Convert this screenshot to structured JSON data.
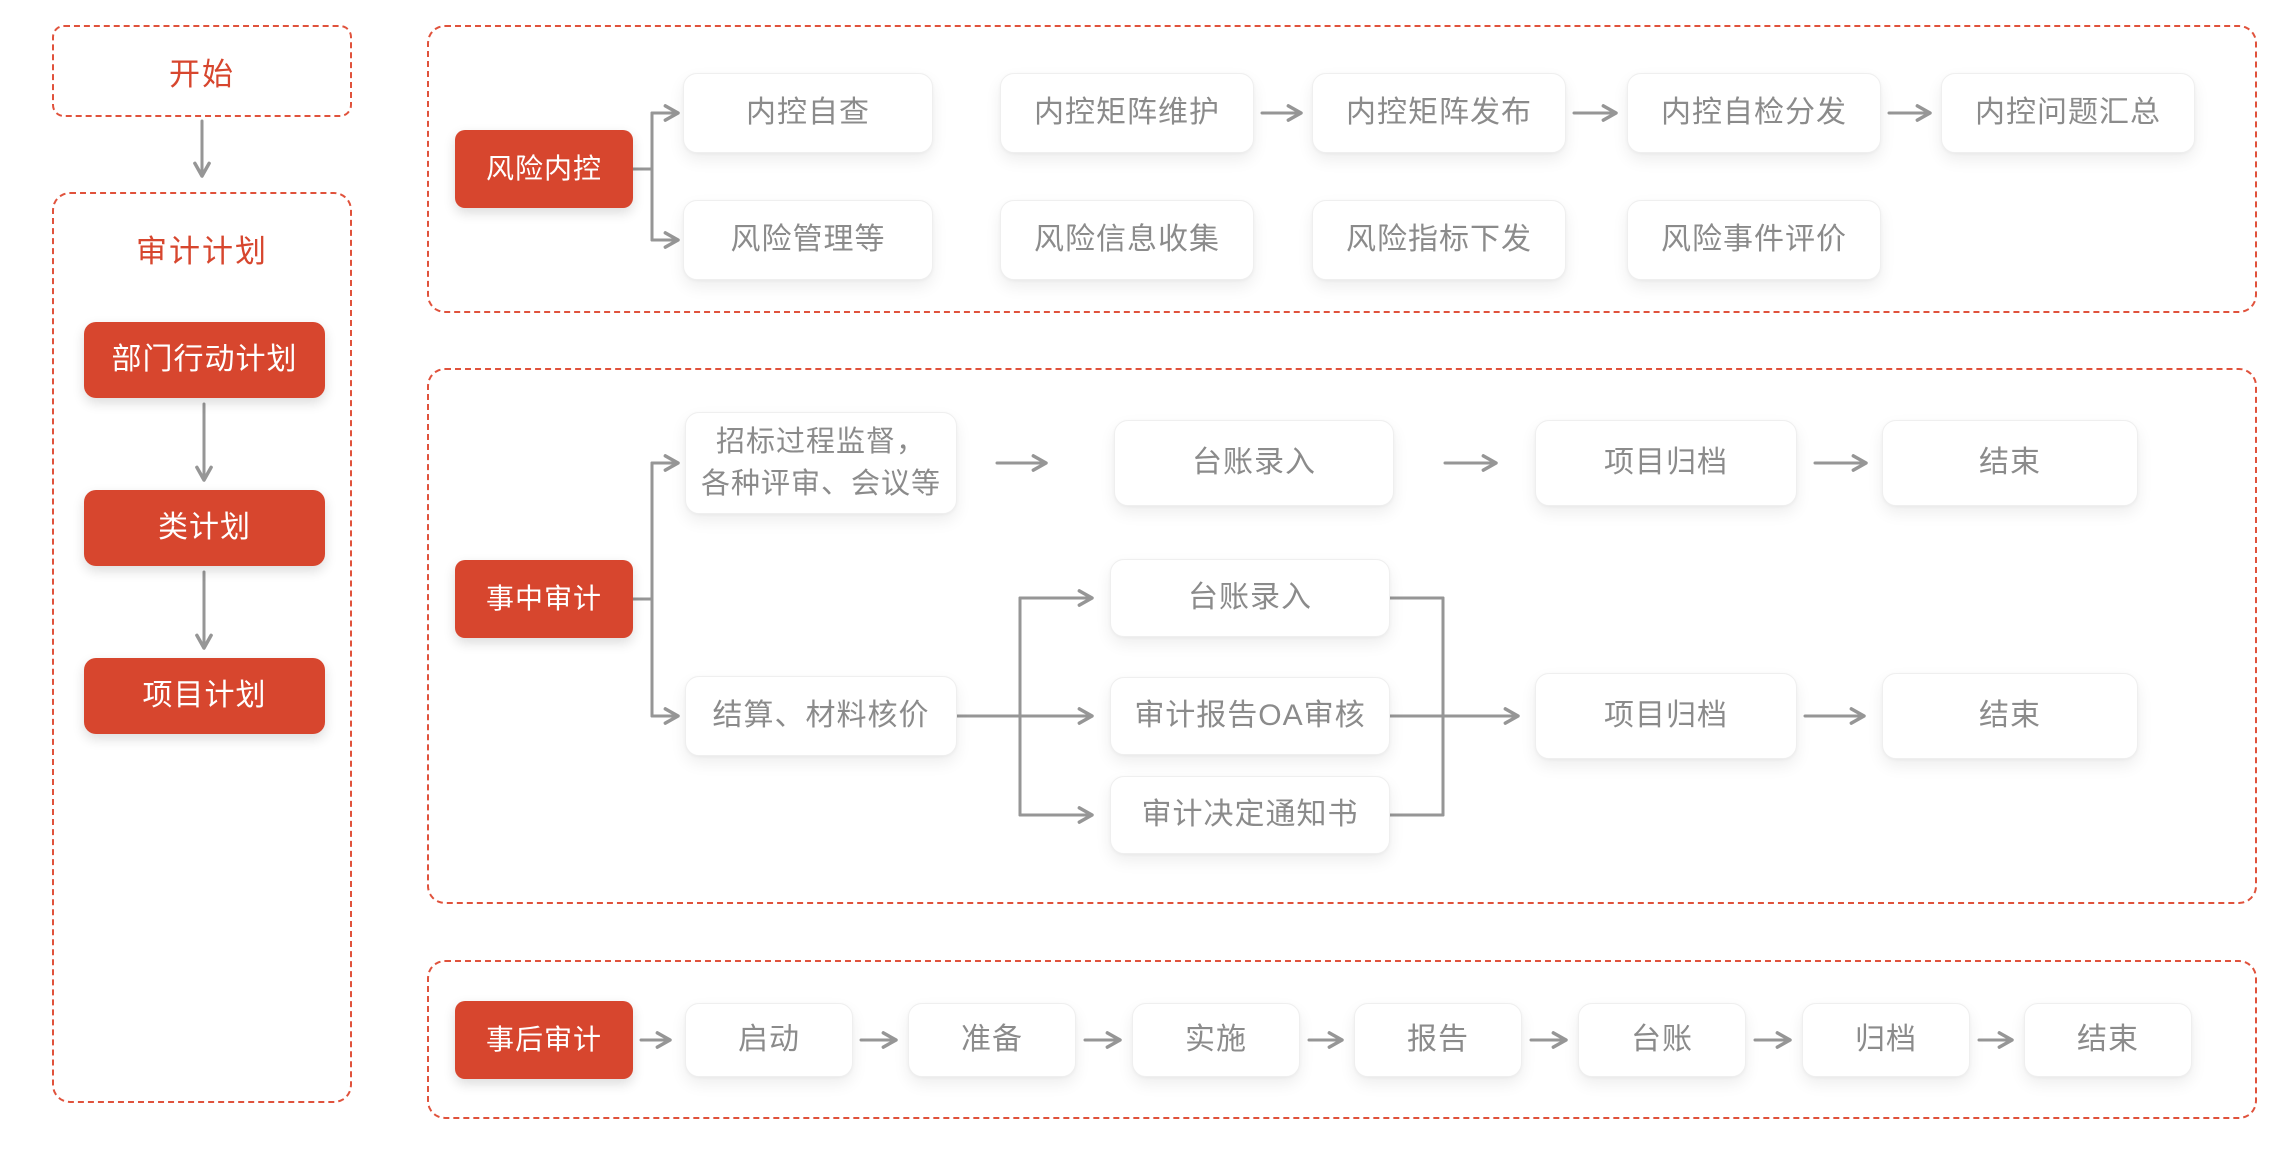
{
  "palette": {
    "accent_red": "#d7462e",
    "dashed_border": "#e0523c",
    "node_text_gray": "#8b8b8b",
    "connector_gray": "#969696"
  },
  "left_flow": {
    "start_label": "开始",
    "plan_group": {
      "title": "审计计划",
      "steps": [
        "部门行动计划",
        "类计划",
        "项目计划"
      ]
    }
  },
  "risk_section": {
    "header": "风险内控",
    "row1": [
      "内控自查",
      "内控矩阵维护",
      "内控矩阵发布",
      "内控自检分发",
      "内控问题汇总"
    ],
    "row2": [
      "风险管理等",
      "风险信息收集",
      "风险指标下发",
      "风险事件评价"
    ]
  },
  "mid_section": {
    "header": "事中审计",
    "bid_branch": {
      "source": "招标过程监督，\n各种评审、会议等",
      "steps": [
        "台账录入",
        "项目归档",
        "结束"
      ]
    },
    "settle_branch": {
      "source": "结算、材料核价",
      "parallel": [
        "台账录入",
        "审计报告OA审核",
        "审计决定通知书"
      ],
      "archive": "项目归档",
      "end": "结束"
    }
  },
  "post_section": {
    "header": "事后审计",
    "steps": [
      "启动",
      "准备",
      "实施",
      "报告",
      "台账",
      "归档",
      "结束"
    ]
  }
}
